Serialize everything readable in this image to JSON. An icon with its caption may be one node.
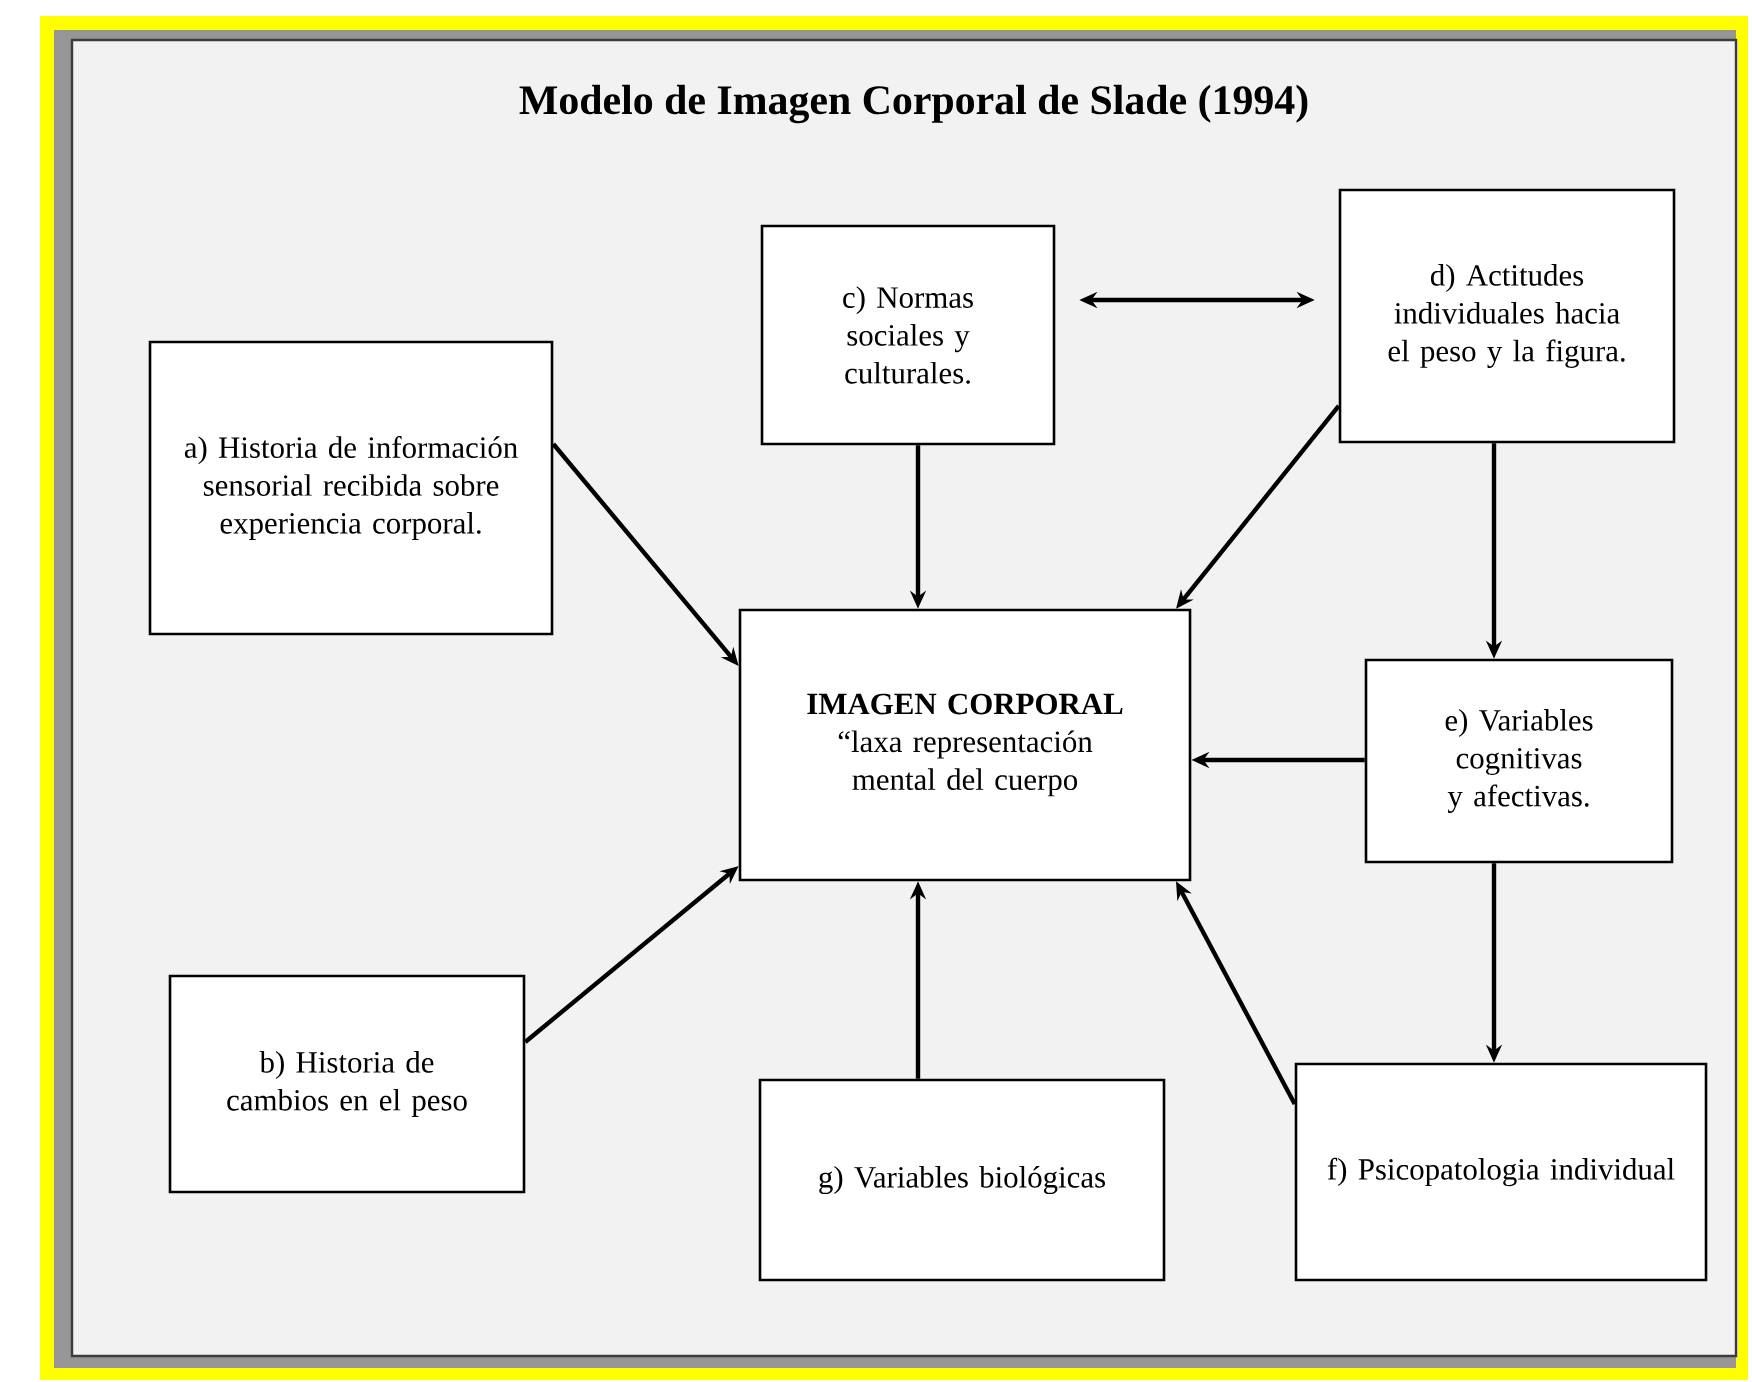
{
  "diagram": {
    "title": "Modelo de Imagen Corporal de Slade (1994)",
    "nodes": [
      {
        "text": [
          "c) Normas sociales y culturales."
        ]
      },
      {
        "text": [
          "d) Actitudes individuales hacia el peso y la figura."
        ]
      },
      {
        "text": [
          "a) Historia de información sensorial recibida sobre experiencia corporal."
        ]
      },
      {
        "text": [
          "IMAGEN CORPORAL",
          "“laxa representación mental del cuerpo"
        ]
      },
      {
        "text": [
          "e) Variables cognitivas y afectivas."
        ]
      },
      {
        "text": [
          "b) Historia de cambios en el peso"
        ]
      },
      {
        "text": [
          "g) Variables biológicas"
        ]
      },
      {
        "text": [
          "f) Psicopatologia individual"
        ]
      }
    ],
    "edges": [
      {
        "from": 0,
        "to": 1,
        "arrow": "both"
      },
      {
        "from": 0,
        "to": 3,
        "arrow": "to"
      },
      {
        "from": 1,
        "to": 3,
        "arrow": "to"
      },
      {
        "from": 2,
        "to": 3,
        "arrow": "to"
      },
      {
        "from": 1,
        "to": 4,
        "arrow": "to"
      },
      {
        "from": 4,
        "to": 3,
        "arrow": "to"
      },
      {
        "from": 4,
        "to": 7,
        "arrow": "to"
      },
      {
        "from": 5,
        "to": 3,
        "arrow": "to"
      },
      {
        "from": 6,
        "to": 3,
        "arrow": "to"
      },
      {
        "from": 7,
        "to": 3,
        "arrow": "to"
      }
    ]
  }
}
